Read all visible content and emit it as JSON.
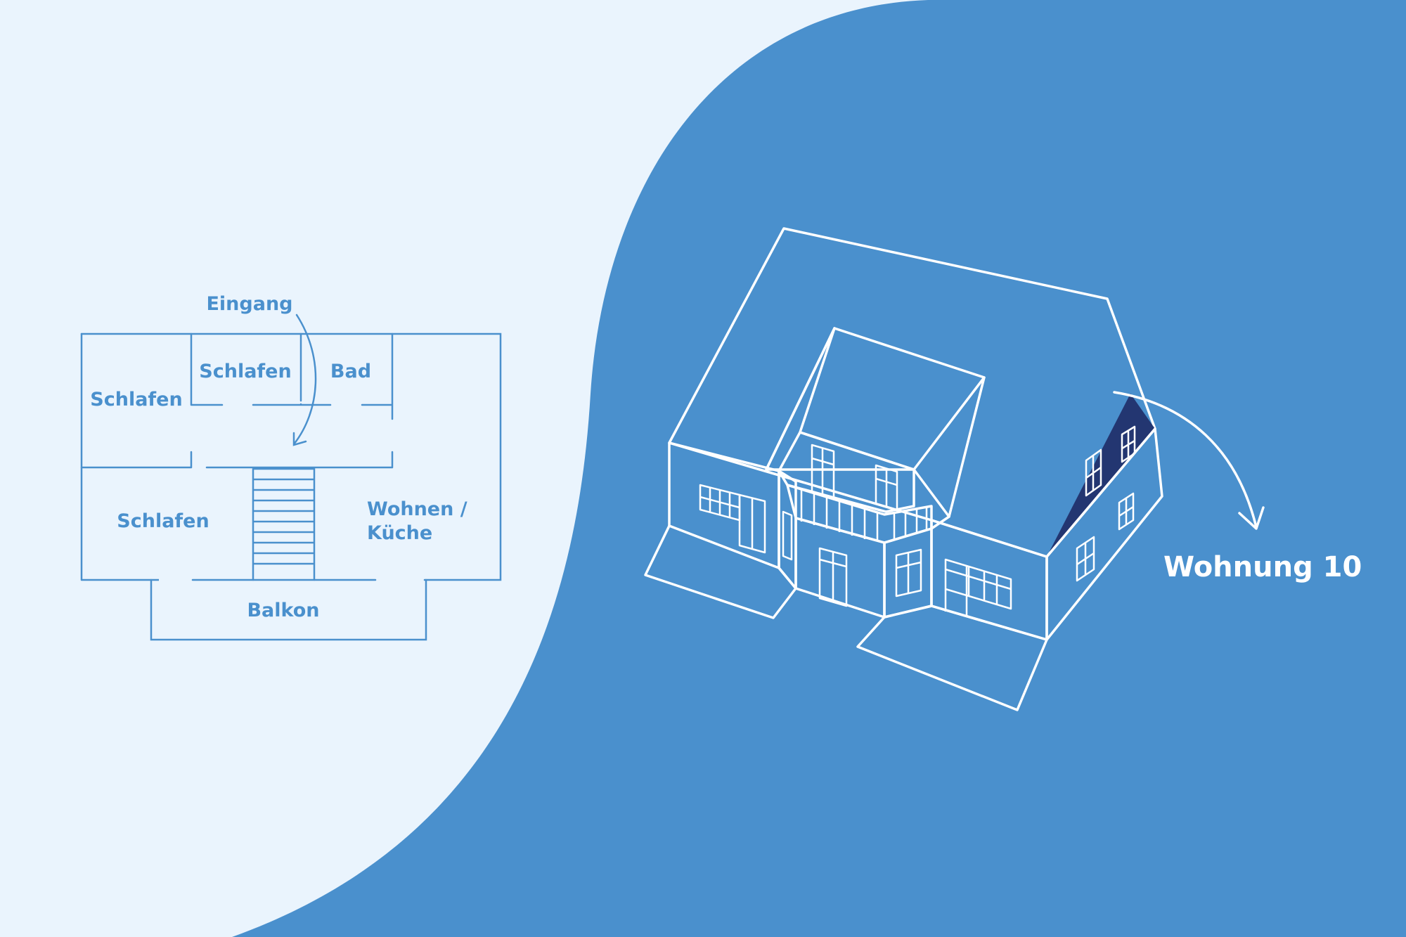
{
  "floorplan": {
    "entrance_label": "Eingang",
    "rooms": {
      "bedroom_left": "Schlafen",
      "bedroom_top": "Schlafen",
      "bathroom": "Bad",
      "bedroom_bottom": "Schlafen",
      "living_line1": "Wohnen /",
      "living_line2": "Küche"
    },
    "balcony_label": "Balkon"
  },
  "building": {
    "callout_label": "Wohnung 10"
  },
  "colors": {
    "background_light": "#eaf4fd",
    "background_blue": "#4a90cd",
    "roof_navy": "#233671",
    "line_white": "#ffffff"
  }
}
